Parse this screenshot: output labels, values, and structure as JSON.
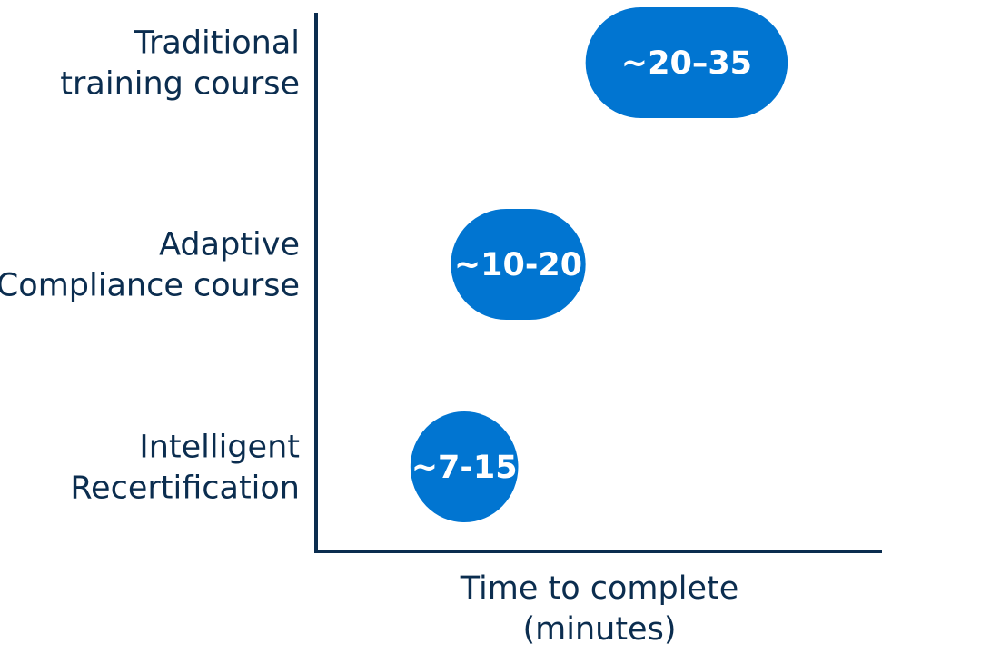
{
  "chart_data": {
    "type": "bar",
    "orientation": "horizontal",
    "categories": [
      [
        "Traditional",
        "training course"
      ],
      [
        "Adaptive",
        "Compliance course"
      ],
      [
        "Intelligent",
        "Recertification"
      ]
    ],
    "ranges": [
      [
        20,
        35
      ],
      [
        10,
        20
      ],
      [
        7,
        15
      ]
    ],
    "data_labels": [
      "~20–35",
      "~10-20",
      "~7-15"
    ],
    "xlabel": [
      "Time to complete",
      "(minutes)"
    ],
    "ylabel": "",
    "xlim": [
      0,
      42
    ],
    "grid": false,
    "legend": "none"
  },
  "colors": {
    "bar": "#0175d1",
    "axis": "#0b2d4f",
    "label_text": "#0b2d4f",
    "bar_text": "#ffffff"
  }
}
